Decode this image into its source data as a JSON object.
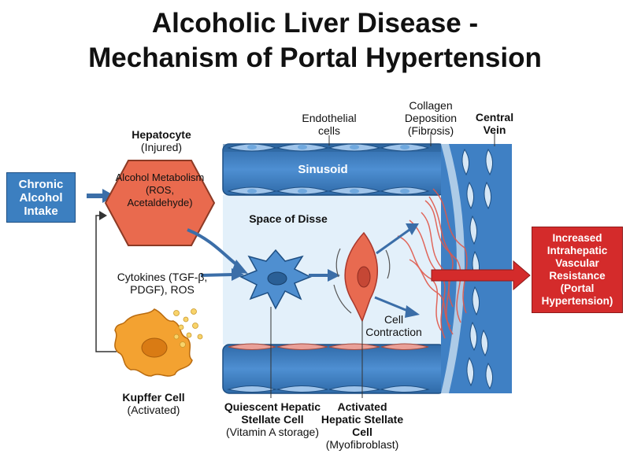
{
  "title": {
    "line1": "Alcoholic Liver Disease -",
    "line2": "Mechanism of Portal Hypertension"
  },
  "input_box": {
    "label": "Chronic Alcohol Intake",
    "color": "#3c7fc0"
  },
  "hepatocyte": {
    "title": "Hepatocyte",
    "subtitle": "(Injured)",
    "inner_text": "Alcohol Metabolism (ROS, Acetaldehyde)",
    "color": "#e96a4e"
  },
  "cytokines": {
    "label": "Cytokines (TGF-β, PDGF), ROS"
  },
  "kupffer": {
    "title": "Kupffer Cell",
    "subtitle": "(Activated)",
    "color": "#f3a231"
  },
  "vessel": {
    "sinusoid_label": "Sinusoid",
    "space_label": "Space of Disse",
    "endothelial_label": "Endothelial cells",
    "collagen_label": "Collagen Deposition (Fibrosis)",
    "central_vein_label": "Central Vein",
    "vessel_color": "#3f80c4",
    "space_color": "#e3f0fa"
  },
  "quiescent_cell": {
    "title": "Quiescent Hepatic Stellate Cell",
    "subtitle": "(Vitamin A storage)",
    "color": "#4f8fd0"
  },
  "activated_cell": {
    "title": "Activated Hepatic Stellate Cell",
    "subtitle": "(Myofibroblast)",
    "color": "#e86a50"
  },
  "contraction": {
    "label": "Cell Contraction"
  },
  "output_box": {
    "label": "Increased Intrahepatic Vascular Resistance (Portal Hypertension)",
    "color": "#d42b2b"
  }
}
